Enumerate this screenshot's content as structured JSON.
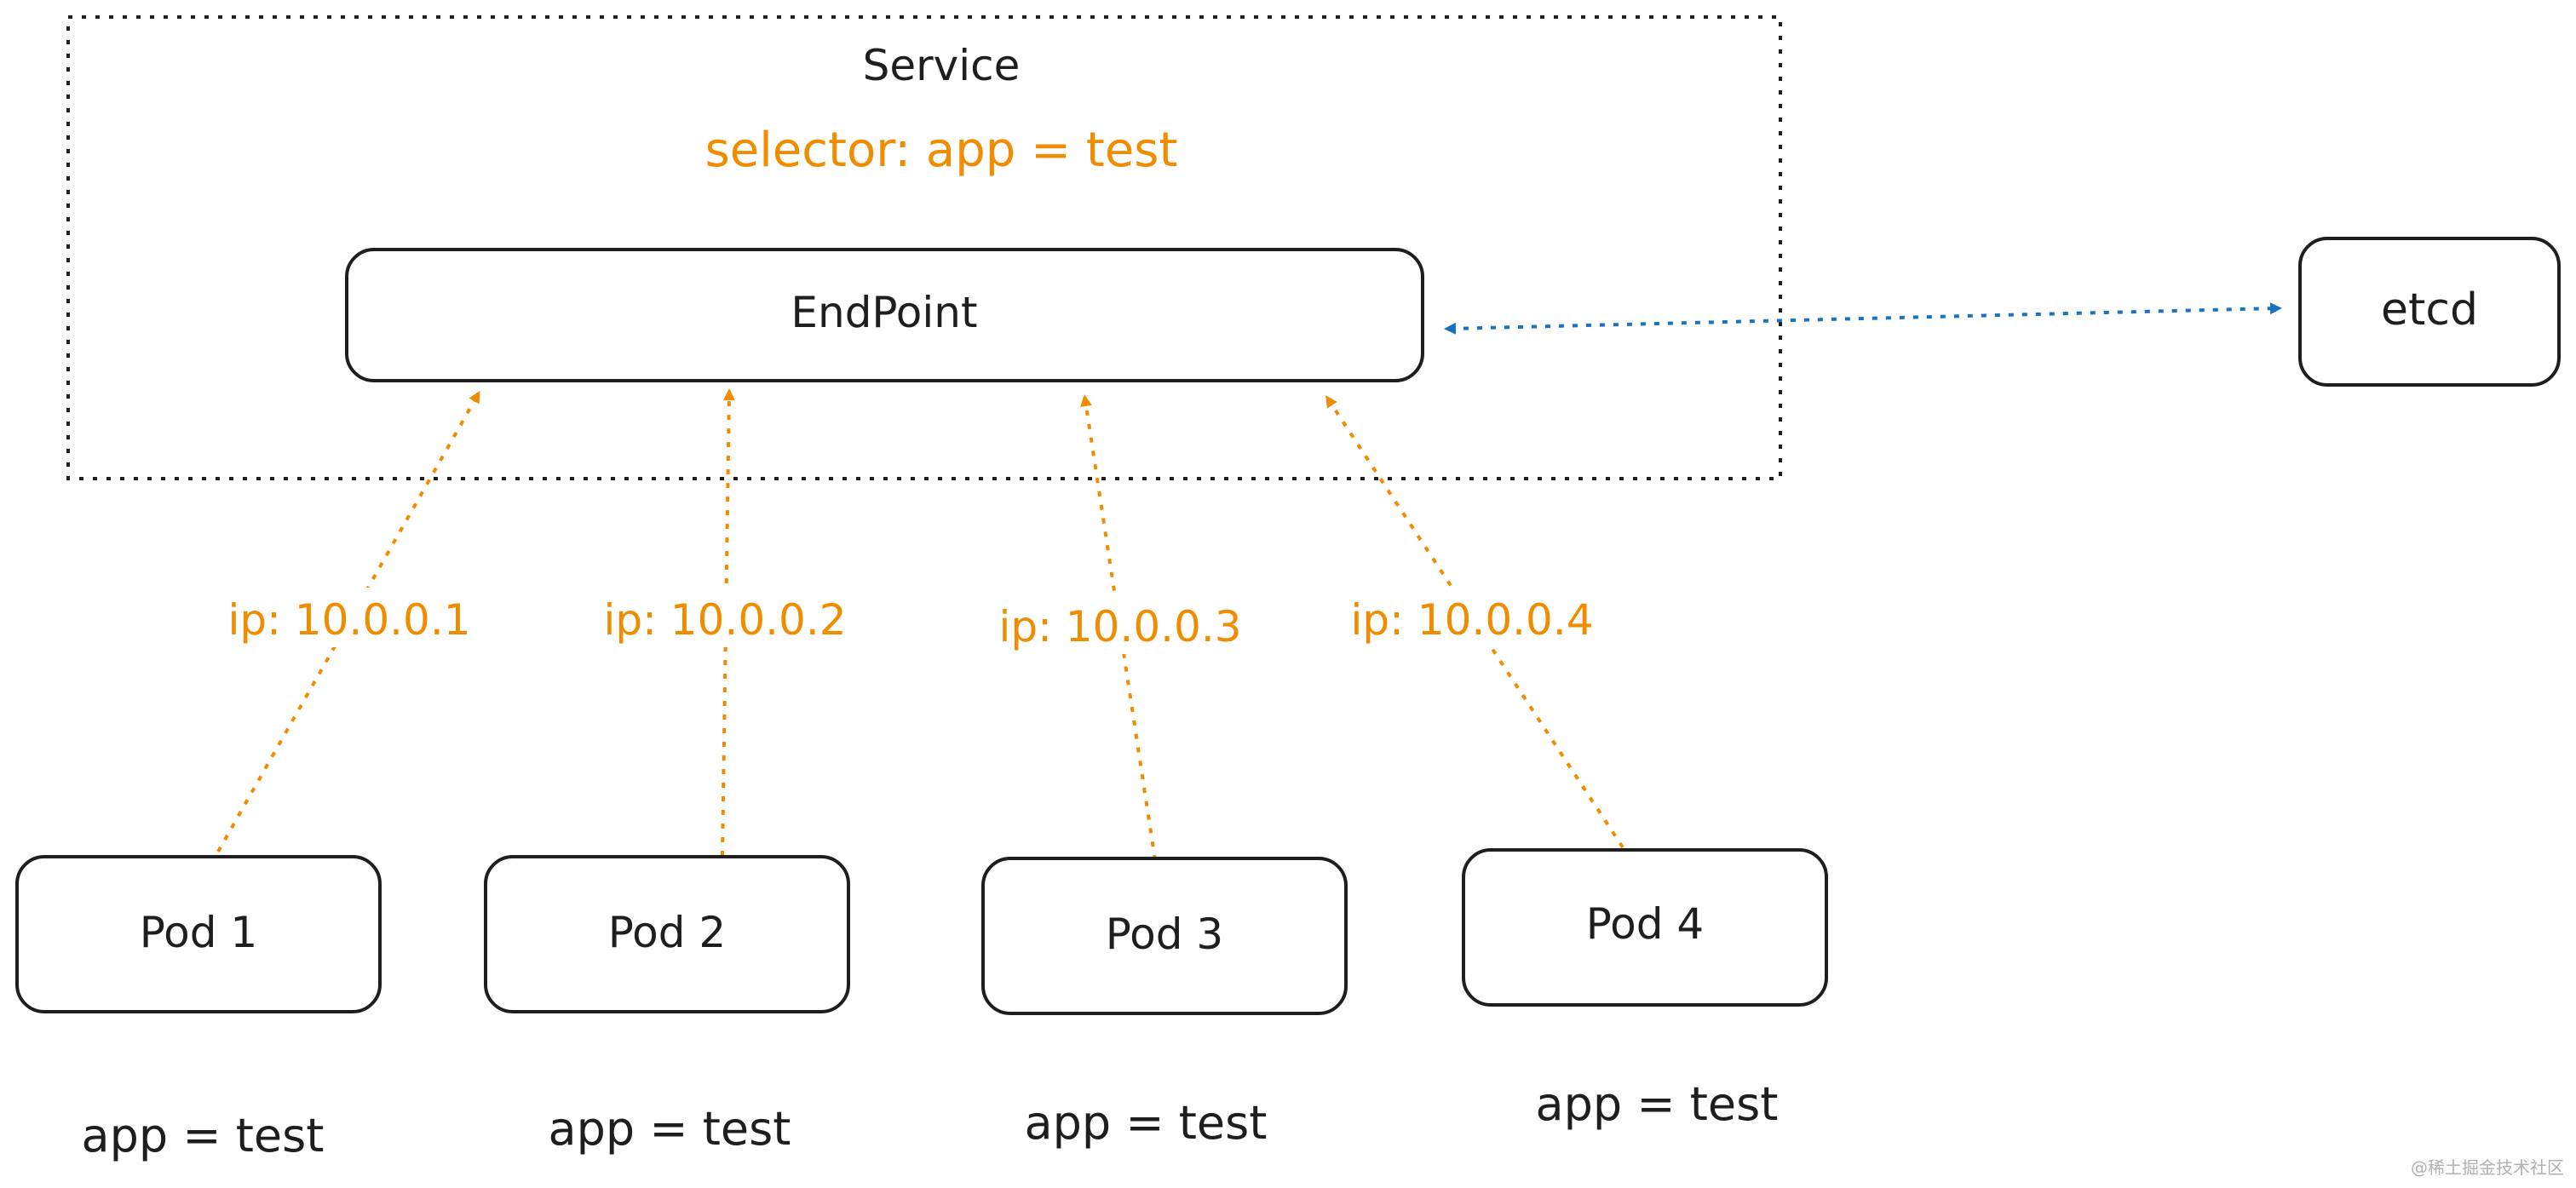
{
  "service": {
    "title": "Service",
    "selector": "selector: app = test"
  },
  "endpoint": {
    "label": "EndPoint"
  },
  "etcd": {
    "label": "etcd"
  },
  "pods": [
    {
      "label": "Pod 1",
      "ip": "ip: 10.0.0.1",
      "tag": "app = test"
    },
    {
      "label": "Pod 2",
      "ip": "ip: 10.0.0.2",
      "tag": "app = test"
    },
    {
      "label": "Pod 3",
      "ip": "ip: 10.0.0.3",
      "tag": "app = test"
    },
    {
      "label": "Pod 4",
      "ip": "ip: 10.0.0.4",
      "tag": "app = test"
    }
  ],
  "watermark": "@稀土掘金技术社区",
  "colors": {
    "ink": "#1e1e1e",
    "orange": "#f08c00",
    "blue": "#1971c2",
    "watermark": "#b0b0b0"
  }
}
